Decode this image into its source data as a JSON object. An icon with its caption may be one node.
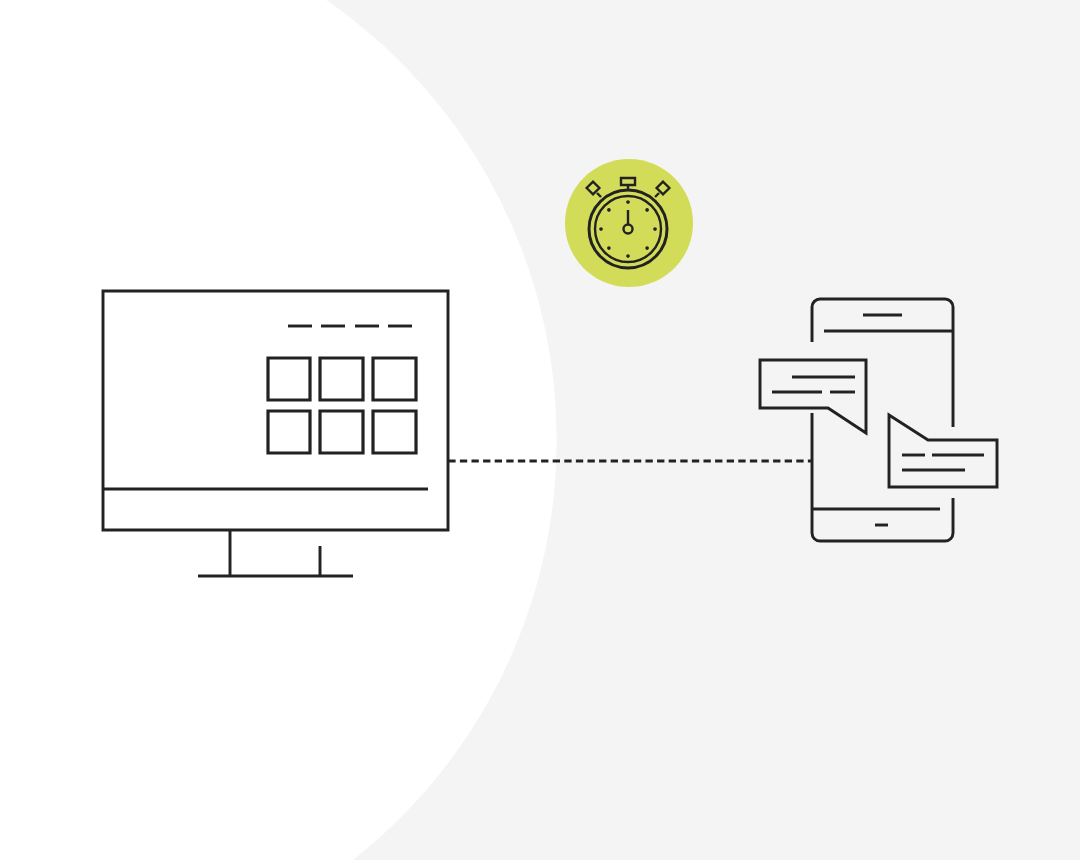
{
  "diagram": {
    "nodes": [
      {
        "text": [],
        "shape": "picture"
      },
      {
        "text": [],
        "shape": "picture"
      }
    ],
    "edges": [
      {
        "from": 0,
        "to": 1,
        "arrow": "none",
        "style": "dashed"
      }
    ]
  }
}
